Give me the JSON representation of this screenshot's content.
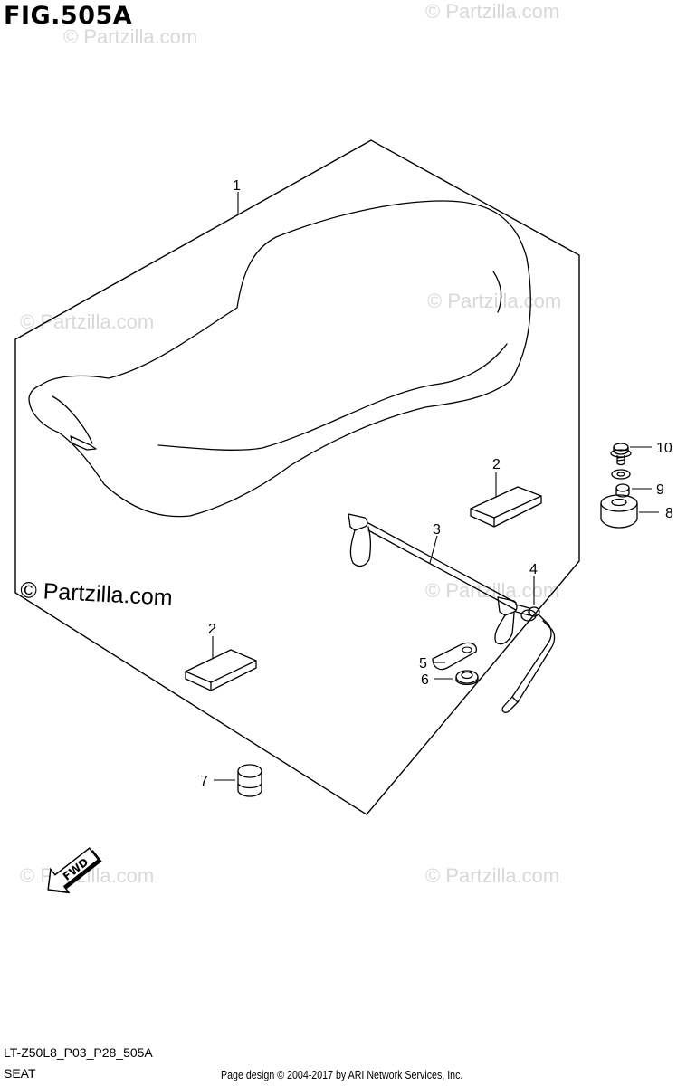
{
  "figure": {
    "title": "FIG.505A",
    "code": "LT-Z50L8_P03_P28_505A",
    "name": "SEAT"
  },
  "footer": {
    "copyright": "Page design © 2004-2017 by ARI Network Services, Inc."
  },
  "watermark": {
    "text": "© Partzilla.com"
  },
  "fwd_label": "FWD",
  "callouts": {
    "c1": "1",
    "c2a": "2",
    "c2b": "2",
    "c3": "3",
    "c4": "4",
    "c5": "5",
    "c6": "6",
    "c7": "7",
    "c8": "8",
    "c9": "9",
    "c10": "10"
  }
}
